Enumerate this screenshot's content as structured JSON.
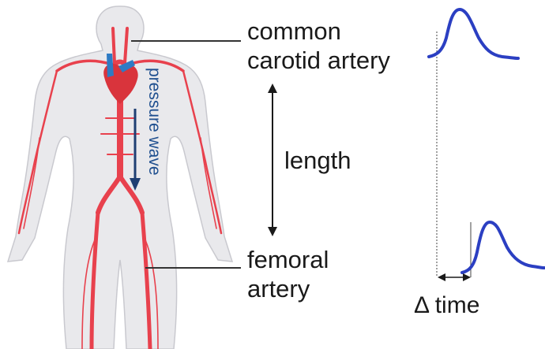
{
  "labels": {
    "carotid_line1": "common",
    "carotid_line2": "carotid artery",
    "length": "length",
    "femoral_line1": "femoral",
    "femoral_line2": "artery",
    "pressure_wave": "pressure wave",
    "delta_time": "Δ time"
  },
  "colors": {
    "body_fill": "#e9e9ec",
    "body_stroke": "#c9c9cf",
    "artery": "#e8414d",
    "heart": "#d9343c",
    "vein_blue": "#2e7bc4",
    "pressure_wave_text": "#1f4f8f",
    "pressure_arrow": "#1f3f73",
    "waveform": "#2b3fc2",
    "text": "#1a1a1a",
    "pointer_line": "#333333"
  }
}
